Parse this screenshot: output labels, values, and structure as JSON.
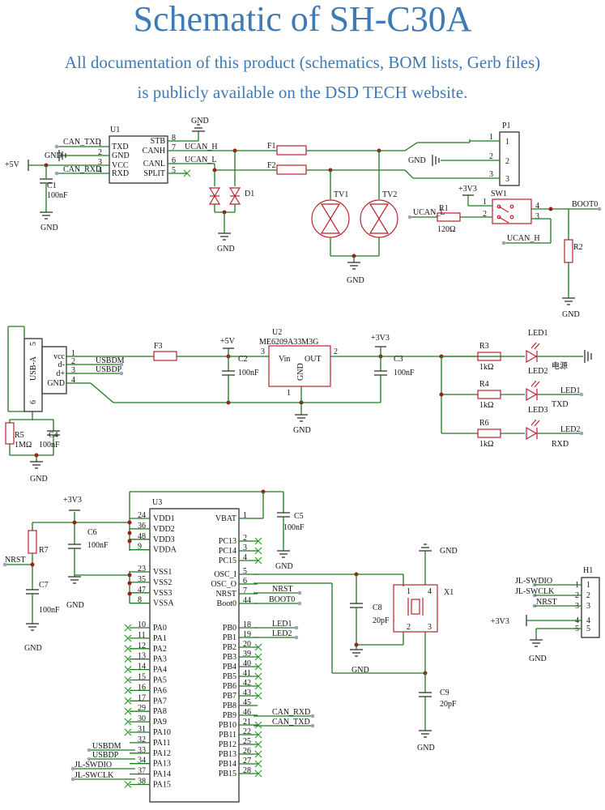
{
  "header": {
    "title": "Schematic of SH-C30A",
    "subtitle_line1": "All documentation of this product (schematics, BOM lists, Gerb files)",
    "subtitle_line2": "is publicly available on the DSD TECH website."
  },
  "colors": {
    "accent": "#3d7ab8",
    "wire": "#1f7a1f",
    "component": "#b8212b",
    "noconnect": "#2ea02e"
  },
  "can": {
    "u1_ref": "U1",
    "u1_left_pins": [
      {
        "num": "1",
        "name": "TXD"
      },
      {
        "num": "2",
        "name": "GND"
      },
      {
        "num": "3",
        "name": "VCC"
      },
      {
        "num": "4",
        "name": "RXD"
      }
    ],
    "u1_right_pins": [
      {
        "num": "8",
        "name": "STB"
      },
      {
        "num": "7",
        "name": "CANH"
      },
      {
        "num": "6",
        "name": "CANL"
      },
      {
        "num": "5",
        "name": "SPLIT"
      }
    ],
    "net_can_txd": "CAN_TXD",
    "net_can_rxd": "CAN_RXD",
    "gnd": "GND",
    "v5": "+5V",
    "c1": "C1",
    "c1_val": "100nF",
    "ucan_h": "UCAN_H",
    "ucan_l": "UCAN_L",
    "d1": "D1",
    "f1": "F1",
    "f2": "F2",
    "tv1": "TV1",
    "tv2": "TV2",
    "p1": "P1",
    "p1_pins": [
      "1",
      "2",
      "3"
    ],
    "v33": "+3V3",
    "sw1": "SW1",
    "sw_pins": [
      "1",
      "2",
      "4",
      "3"
    ],
    "r1": "R1",
    "r1_val": "120Ω",
    "boot0": "BOOT0",
    "r2": "R2"
  },
  "power": {
    "usb_ref": "USB-A",
    "usb_pins": [
      {
        "num": "1",
        "name": "vcc"
      },
      {
        "num": "2",
        "name": "d-"
      },
      {
        "num": "3",
        "name": "d+"
      },
      {
        "num": "4",
        "name": "GND"
      }
    ],
    "usb_shield_pins": [
      "5",
      "6"
    ],
    "usbdm": "USBDM",
    "usbdp": "USBDP",
    "f3": "F3",
    "v5": "+5V",
    "c2": "C2",
    "c2_val": "100nF",
    "u2_ref": "U2",
    "u2_part": "ME6209A33M3G",
    "u2_vin": "Vin",
    "u2_out": "OUT",
    "u2_gnd": "GND",
    "u2_pin_in": "3",
    "u2_pin_out": "2",
    "u2_pin_gnd": "1",
    "v33": "+3V3",
    "c3": "C3",
    "c3_val": "100nF",
    "r3": "R3",
    "r3_val": "1kΩ",
    "r4": "R4",
    "r4_val": "1kΩ",
    "r6": "R6",
    "r6_val": "1kΩ",
    "led1": "LED1",
    "led2": "LED2",
    "led3": "LED3",
    "power_label": "电源",
    "txd": "TXD",
    "rxd": "RXD",
    "net_led1": "LED1",
    "net_led2": "LED2",
    "r5": "R5",
    "r5_val": "1MΩ",
    "c4": "C4",
    "c4_val": "100nF",
    "gnd": "GND"
  },
  "mcu": {
    "u3_ref": "U3",
    "v33": "+3V3",
    "c6": "C6",
    "c6_val": "100nF",
    "c5": "C5",
    "c5_val": "100nF",
    "r7": "R7",
    "c7": "C7",
    "c7_val": "100nF",
    "nrst": "NRST",
    "gnd": "GND",
    "left_pins": [
      {
        "num": "24",
        "name": "VDD1"
      },
      {
        "num": "36",
        "name": "VDD2"
      },
      {
        "num": "48",
        "name": "VDD3"
      },
      {
        "num": "9",
        "name": "VDDA"
      },
      {
        "num": "23",
        "name": "VSS1"
      },
      {
        "num": "35",
        "name": "VSS2"
      },
      {
        "num": "47",
        "name": "VSS3"
      },
      {
        "num": "8",
        "name": "VSSA"
      },
      {
        "num": "10",
        "name": "PA0"
      },
      {
        "num": "11",
        "name": "PA1"
      },
      {
        "num": "12",
        "name": "PA2"
      },
      {
        "num": "13",
        "name": "PA3"
      },
      {
        "num": "14",
        "name": "PA4"
      },
      {
        "num": "15",
        "name": "PA5"
      },
      {
        "num": "16",
        "name": "PA6"
      },
      {
        "num": "17",
        "name": "PA7"
      },
      {
        "num": "29",
        "name": "PA8"
      },
      {
        "num": "30",
        "name": "PA9"
      },
      {
        "num": "31",
        "name": "PA10"
      },
      {
        "num": "32",
        "name": "PA11"
      },
      {
        "num": "33",
        "name": "PA12"
      },
      {
        "num": "34",
        "name": "PA13"
      },
      {
        "num": "37",
        "name": "PA14"
      },
      {
        "num": "38",
        "name": "PA15"
      }
    ],
    "right_pins": [
      {
        "num": "1",
        "name": "VBAT"
      },
      {
        "num": "2",
        "name": "PC13"
      },
      {
        "num": "3",
        "name": "PC14"
      },
      {
        "num": "4",
        "name": "PC15"
      },
      {
        "num": "5",
        "name": "OSC_I"
      },
      {
        "num": "6",
        "name": "OSC_O"
      },
      {
        "num": "7",
        "name": "NRST"
      },
      {
        "num": "44",
        "name": "Boot0"
      },
      {
        "num": "18",
        "name": "PB0"
      },
      {
        "num": "19",
        "name": "PB1"
      },
      {
        "num": "20",
        "name": "PB2"
      },
      {
        "num": "39",
        "name": "PB3"
      },
      {
        "num": "40",
        "name": "PB4"
      },
      {
        "num": "41",
        "name": "PB5"
      },
      {
        "num": "42",
        "name": "PB6"
      },
      {
        "num": "43",
        "name": "PB7"
      },
      {
        "num": "45",
        "name": "PB8"
      },
      {
        "num": "46",
        "name": "PB9"
      },
      {
        "num": "21",
        "name": "PB10"
      },
      {
        "num": "22",
        "name": "PB11"
      },
      {
        "num": "25",
        "name": "PB12"
      },
      {
        "num": "26",
        "name": "PB13"
      },
      {
        "num": "27",
        "name": "PB14"
      },
      {
        "num": "28",
        "name": "PB15"
      }
    ],
    "net_nrst": "NRST",
    "net_boot0": "BOOT0",
    "net_led1": "LED1",
    "net_led2": "LED2",
    "net_can_rxd": "CAN_RXD",
    "net_can_txd": "CAN_TXD",
    "net_usbdm": "USBDM",
    "net_usbdp": "USBDP",
    "net_swdio": "JL-SWDIO",
    "net_swclk": "JL-SWCLK",
    "x1": "X1",
    "x1_pins": [
      "1",
      "2",
      "3",
      "4"
    ],
    "c8": "C8",
    "c8_val": "20pF",
    "c9": "C9",
    "c9_val": "20pF"
  },
  "header_h1": {
    "ref": "H1",
    "pins": [
      "1",
      "2",
      "3",
      "4",
      "5"
    ],
    "nets": [
      "JL-SWDIO",
      "JL-SWCLK",
      "NRST"
    ],
    "v33": "+3V3",
    "gnd": "GND"
  }
}
